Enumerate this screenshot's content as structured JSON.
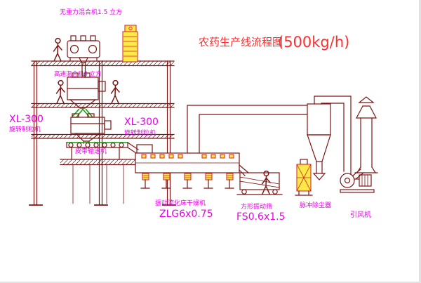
{
  "title": {
    "name": "农药生产线流程图",
    "capacity": "(500kg/h)"
  },
  "equipment_labels": {
    "top_mixer": "无重力混合机1.5 立方",
    "high_speed_mixer": "高速混合机3 立方",
    "granulator_left": {
      "model": "XL-300",
      "name": "旋转制粒机"
    },
    "granulator_center": {
      "model": "XL-300",
      "name": "旋转制粒机"
    },
    "belt_conveyor": "皮带输送机",
    "fluid_bed_dryer": {
      "name": "振动流化床干燥机",
      "model": "ZLG6x0.75"
    },
    "vibrating_sieve": {
      "name": "方形振动筛",
      "model": "FS0.6x1.5"
    },
    "dust_collector": "脉冲除尘器",
    "induced_draft_fan": "引风机"
  },
  "colors": {
    "line": "#7d1414",
    "label_magenta": "#e800e8",
    "title_red": "#ff2e2e",
    "equipment_yellow": "#ffe84a",
    "hatch_red": "#d02020",
    "accent_green": "#0aa00a"
  }
}
